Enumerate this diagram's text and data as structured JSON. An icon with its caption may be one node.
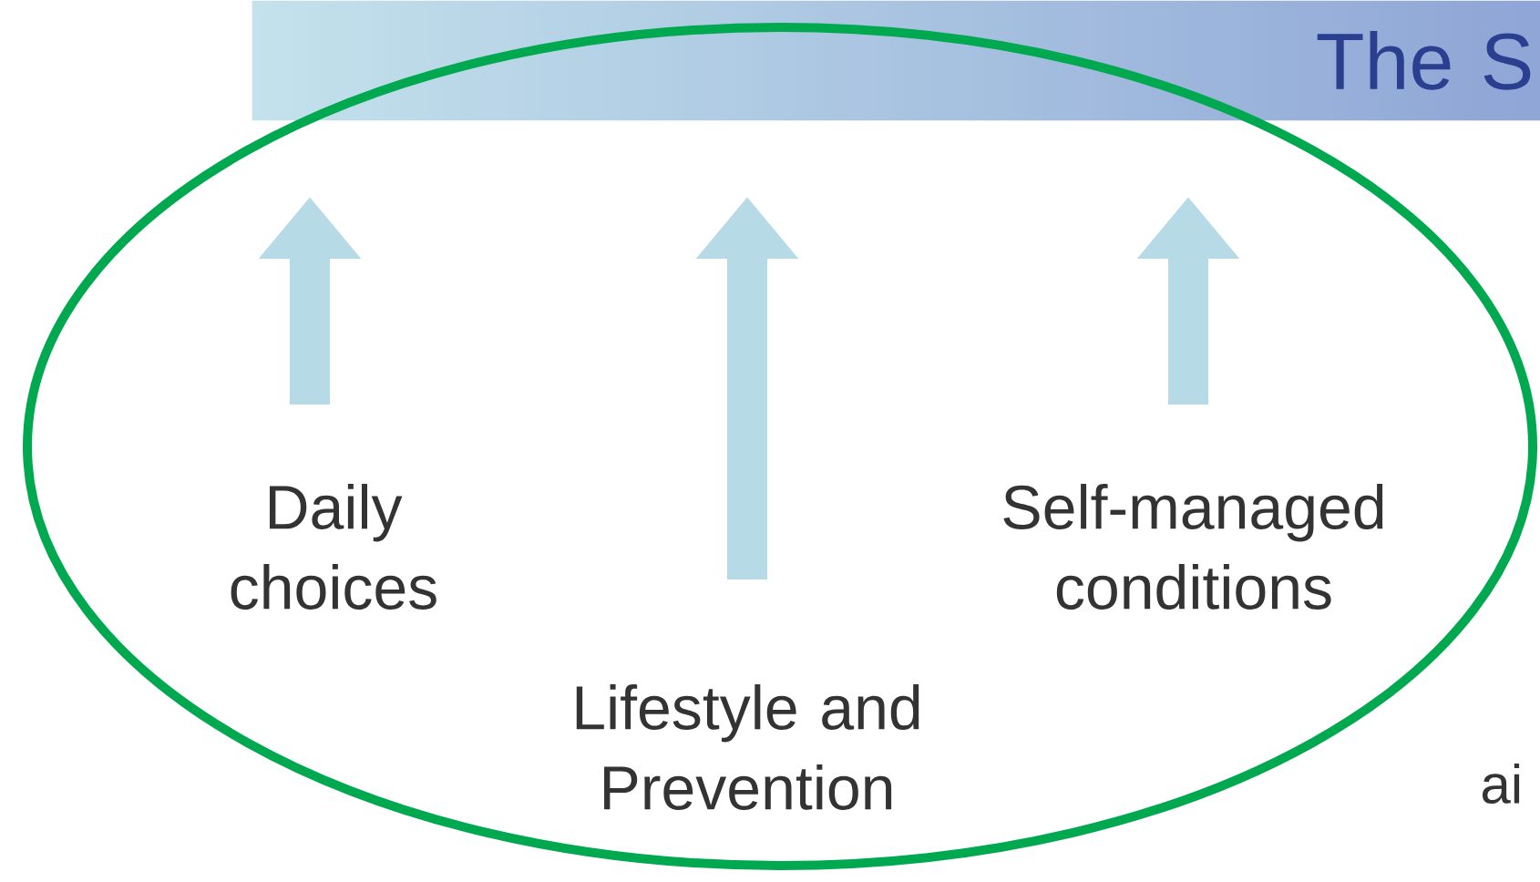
{
  "diagram": {
    "nodes": [
      {
        "text": [
          "The S"
        ]
      },
      {
        "text": [
          "Daily choices"
        ]
      },
      {
        "text": [
          "Lifestyle and Prevention"
        ]
      },
      {
        "text": [
          "Self-managed conditions"
        ]
      }
    ],
    "labels": [
      "ai"
    ]
  }
}
